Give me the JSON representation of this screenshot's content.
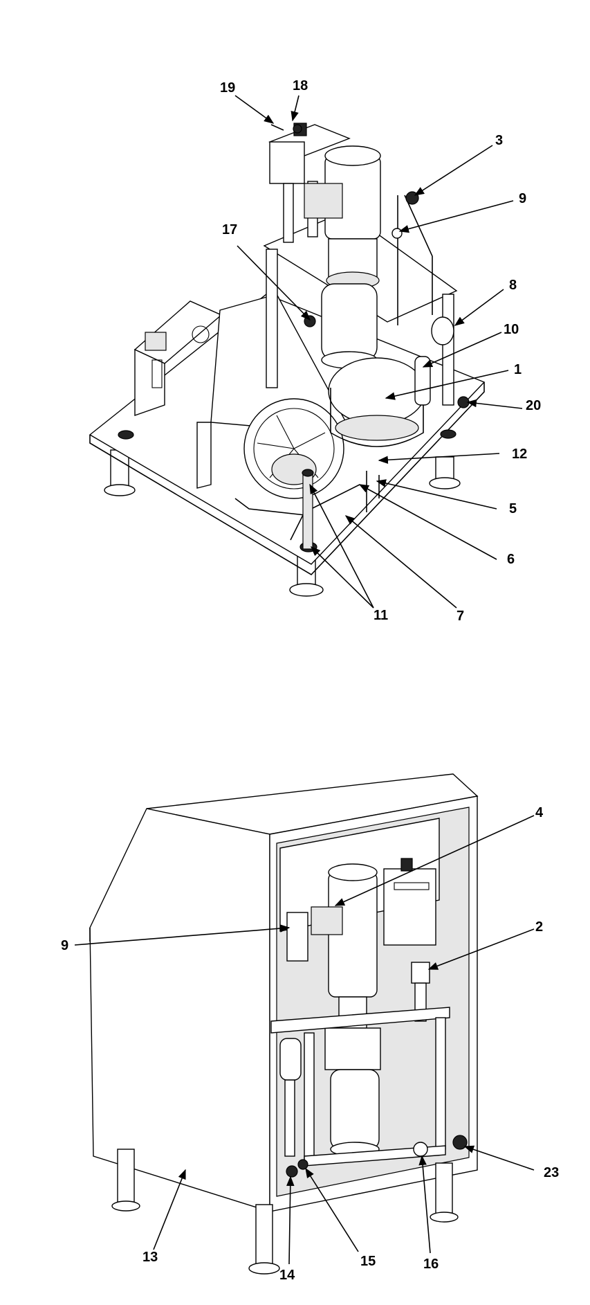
{
  "upper_view": {
    "callouts": [
      "19",
      "18",
      "3",
      "9",
      "17",
      "8",
      "10",
      "1",
      "20",
      "12",
      "5",
      "6",
      "11",
      "7"
    ]
  },
  "lower_view": {
    "callouts": [
      "4",
      "9",
      "2",
      "23",
      "13",
      "15",
      "16",
      "14"
    ]
  }
}
